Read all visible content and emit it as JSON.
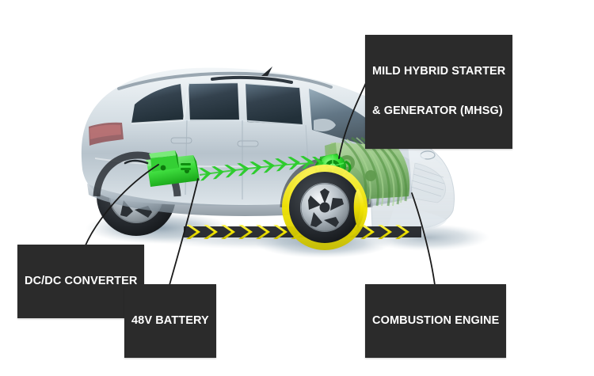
{
  "figure": {
    "title": "Mild hybrid 48V powertrain cutaway diagram",
    "subject": "compact SUV side view, front-right three-quarter, ghosted body revealing powertrain",
    "background_color": "#ffffff"
  },
  "callouts": [
    {
      "id": "mhsg",
      "name": "mild-hybrid-starter-generator",
      "line1": "MILD HYBRID STARTER",
      "line2": "& GENERATOR (MHSG)",
      "box_color": "#2b2b2b",
      "text_color": "#ffffff",
      "leader_from": [
        470,
        88
      ],
      "leader_to": [
        428,
        210
      ]
    },
    {
      "id": "dcdc",
      "name": "dc-dc-converter",
      "line1": "DC/DC CONVERTER",
      "line2": "",
      "box_color": "#2b2b2b",
      "text_color": "#ffffff",
      "leader_from": [
        107,
        309
      ],
      "leader_to": [
        205,
        205
      ]
    },
    {
      "id": "battery",
      "name": "48v-battery",
      "line1": "48V BATTERY",
      "line2": "",
      "box_color": "#2b2b2b",
      "text_color": "#ffffff",
      "leader_from": [
        214,
        359
      ],
      "leader_to": [
        252,
        222
      ]
    },
    {
      "id": "engine",
      "name": "combustion-engine",
      "line1": "COMBUSTION ENGINE",
      "line2": "",
      "box_color": "#2b2b2b",
      "text_color": "#ffffff",
      "leader_from": [
        549,
        359
      ],
      "leader_to": [
        520,
        238
      ]
    }
  ],
  "components": {
    "battery_pack": {
      "label": "48V battery pack",
      "color": "#3ddb3d",
      "position": "under rear-centre floor"
    },
    "dcdc_converter": {
      "label": "DC/DC converter",
      "color": "#35c935",
      "position": "mounted on top of battery pack"
    },
    "mhsg_unit": {
      "label": "Mild hybrid starter generator",
      "color": "#1fc11f",
      "position": "belt-driven at rear of engine"
    },
    "engine_block": {
      "label": "Combustion engine",
      "color": "#8fbf7a",
      "position": "front transverse engine bay"
    }
  },
  "flows": [
    {
      "name": "electrical-flow",
      "description": "green chevron arrows, battery to MHSG",
      "color": "#2ecc2e",
      "direction": "rear to front"
    },
    {
      "name": "drive-torque-flow",
      "description": "yellow/black hazard chevrons along rocker to front wheel",
      "color": "#f2e500",
      "direction": "rear to front wheel"
    }
  ],
  "vehicle": {
    "body_color": "#c9d2d8",
    "glass_color": "#3c4a56",
    "wheel_color": "#2a2e33",
    "shadow_color": "#9fb0bd"
  }
}
